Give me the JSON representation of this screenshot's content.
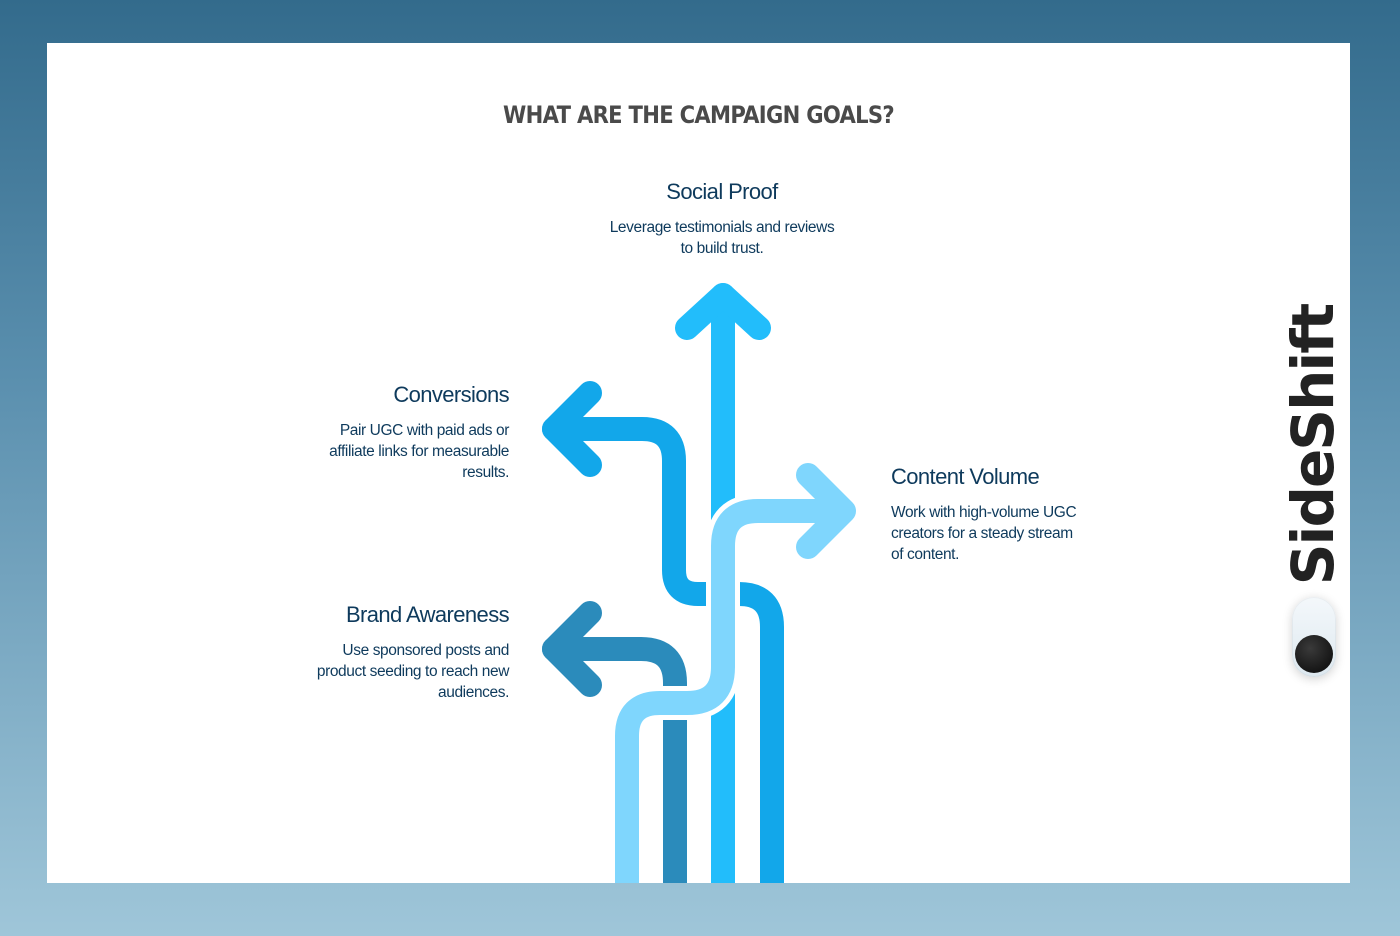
{
  "title": "What are the campaign goals?",
  "goals": {
    "social_proof": {
      "heading": "Social Proof",
      "desc_lines": [
        "Leverage testimonials and reviews",
        "to build trust."
      ]
    },
    "conversions": {
      "heading": "Conversions",
      "desc_lines": [
        "Pair UGC with paid ads or",
        "affiliate links for measurable",
        "results."
      ]
    },
    "content_volume": {
      "heading": "Content Volume",
      "desc_lines": [
        "Work with high-volume UGC",
        "creators for a steady stream",
        "of content."
      ]
    },
    "brand_awareness": {
      "heading": "Brand Awareness",
      "desc_lines": [
        "Use sponsored posts and",
        "product seeding to reach new",
        "audiences."
      ]
    }
  },
  "brand": {
    "name": "SideShift",
    "logo_icon": "toggle-switch-icon"
  },
  "colors": {
    "background_top": "#336b8c",
    "background_bottom": "#9fc6d9",
    "text_dark": "#0e3a5c",
    "arrow_social_proof": "#22bdfb",
    "arrow_conversions": "#12a7ea",
    "arrow_content_volume": "#7fd6fd",
    "arrow_brand_awareness": "#2b8bbb"
  }
}
